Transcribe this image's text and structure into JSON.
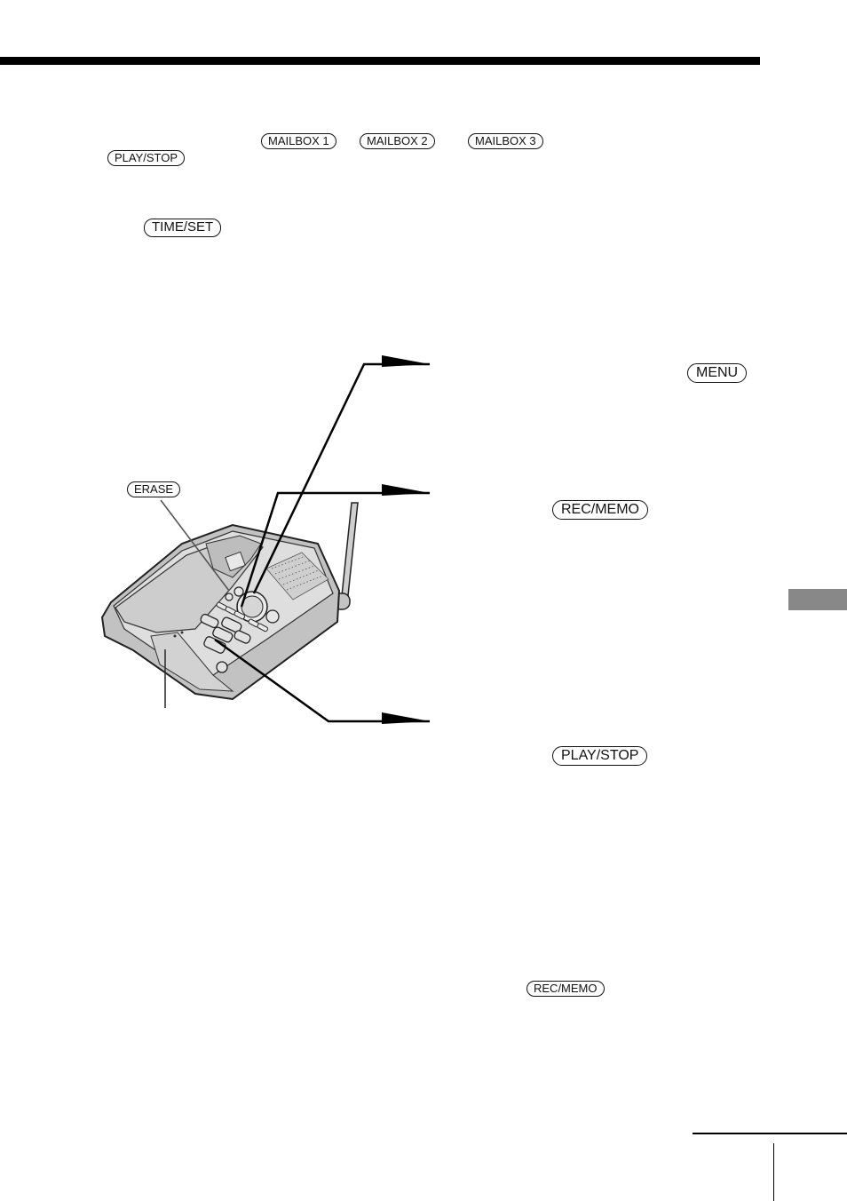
{
  "keys": {
    "mailbox1": "MAILBOX 1",
    "mailbox2": "MAILBOX 2",
    "mailbox3": "MAILBOX 3",
    "play_stop_small": "PLAY/STOP",
    "time_set": "TIME/SET",
    "menu": "MENU",
    "erase": "ERASE",
    "rec_memo": "REC/MEMO",
    "play_stop": "PLAY/STOP",
    "rec_memo_small": "REC/MEMO"
  },
  "colors": {
    "ink": "#111111",
    "device_body": "#b9b9b9",
    "device_face": "#dcdcdc",
    "side_tab": "#888888"
  }
}
